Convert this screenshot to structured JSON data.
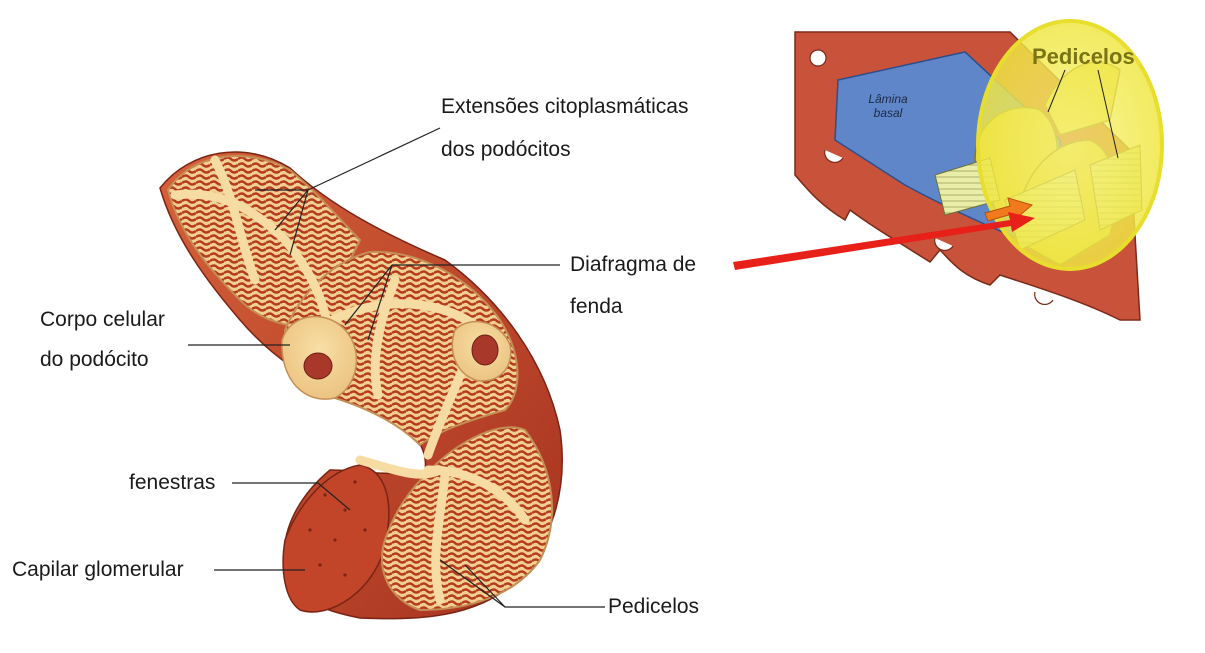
{
  "labels": {
    "extensoes_line1": "Extensões citoplasmáticas",
    "extensoes_line2": "dos podócitos",
    "diafragma_line1": "Diafragma de",
    "diafragma_line2": "fenda",
    "corpo_line1": "Corpo celular",
    "corpo_line2": "do podócito",
    "fenestras": "fenestras",
    "capilar": "Capilar glomerular",
    "pedicelos_bottom": "Pedicelos"
  },
  "inset": {
    "title": "Pedicelos",
    "lamina_line1": "Lâmina",
    "lamina_line2": "basal"
  },
  "colors": {
    "capillary": "#c8492b",
    "podocyte": "#f1cf90",
    "process": "#b93d22",
    "highlight_circle": "#f4f066",
    "arrow": "#e8201a"
  }
}
